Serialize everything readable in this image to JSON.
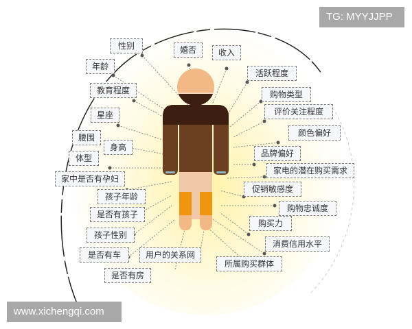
{
  "watermarks": {
    "top_right": "TG: MYYJJPP",
    "bottom_left": "www.xichengqi.com"
  },
  "colors": {
    "head": "#f2b886",
    "hair": "#3d1e10",
    "shoulders": "#3d1e10",
    "torso": "#6b3f1f",
    "shorts": "#f0c9a8",
    "legs_mid": "#f0950f",
    "feet": "#f2b886",
    "glow": "#fff2a8"
  },
  "diagram": {
    "center": "person-figure",
    "labels": [
      {
        "id": "gender",
        "text": "性别"
      },
      {
        "id": "marital",
        "text": "婚否"
      },
      {
        "id": "income",
        "text": "收入"
      },
      {
        "id": "age",
        "text": "年龄"
      },
      {
        "id": "activity",
        "text": "活跃程度"
      },
      {
        "id": "education",
        "text": "教育程度"
      },
      {
        "id": "shopping-type",
        "text": "购物类型"
      },
      {
        "id": "review-attention",
        "text": "评价关注程度"
      },
      {
        "id": "zodiac",
        "text": "星座"
      },
      {
        "id": "color-pref",
        "text": "颜色偏好"
      },
      {
        "id": "waist",
        "text": "腰围"
      },
      {
        "id": "height",
        "text": "身高"
      },
      {
        "id": "brand-pref",
        "text": "品牌偏好"
      },
      {
        "id": "body-type",
        "text": "体型"
      },
      {
        "id": "appliance-need",
        "text": "家电的潜在购买需求"
      },
      {
        "id": "pregnant",
        "text": "家中是否有孕妇"
      },
      {
        "id": "promo-sensitivity",
        "text": "促销敏感度"
      },
      {
        "id": "child-age",
        "text": "孩子年龄"
      },
      {
        "id": "loyalty",
        "text": "购物忠诚度"
      },
      {
        "id": "has-child",
        "text": "是否有孩子"
      },
      {
        "id": "purchasing-power",
        "text": "购买力"
      },
      {
        "id": "child-gender",
        "text": "孩子性别"
      },
      {
        "id": "credit-level",
        "text": "消费信用水平"
      },
      {
        "id": "has-car",
        "text": "是否有车"
      },
      {
        "id": "social-network",
        "text": "用户的关系网"
      },
      {
        "id": "buyer-group",
        "text": "所属购买群体"
      },
      {
        "id": "has-house",
        "text": "是否有房"
      }
    ]
  }
}
